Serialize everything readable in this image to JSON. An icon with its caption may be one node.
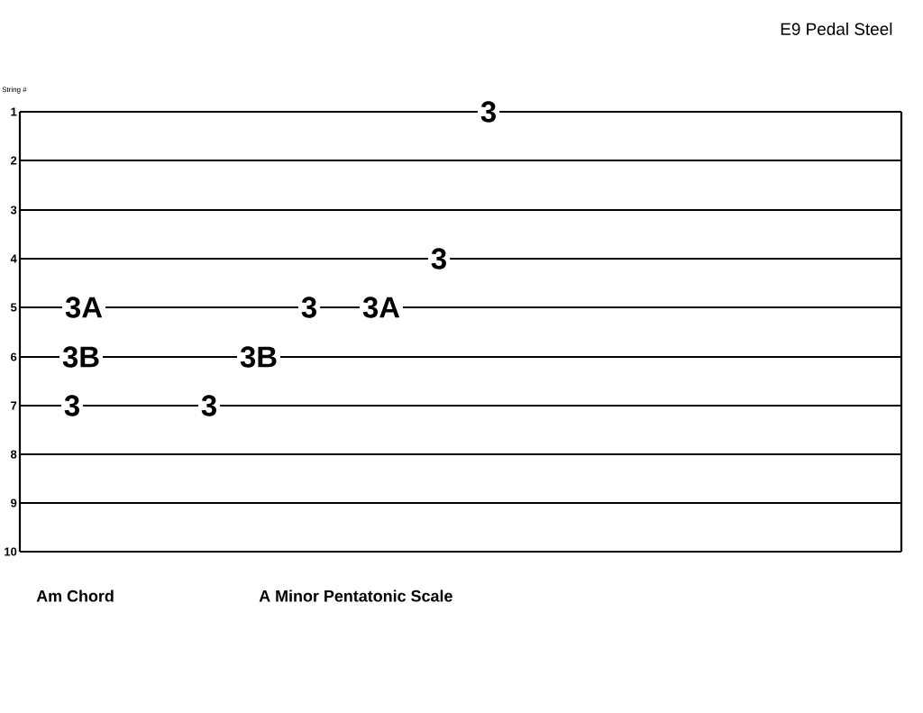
{
  "diagram": {
    "title": "E9 Pedal Steel",
    "labels": [
      "String #",
      "1",
      "3",
      "2",
      "3",
      "4",
      "3",
      "5",
      "3A",
      "3",
      "3A",
      "6",
      "3B",
      "3B",
      "7",
      "3",
      "3",
      "8",
      "9",
      "10",
      "Am Chord",
      "A Minor Pentatonic Scale"
    ]
  }
}
